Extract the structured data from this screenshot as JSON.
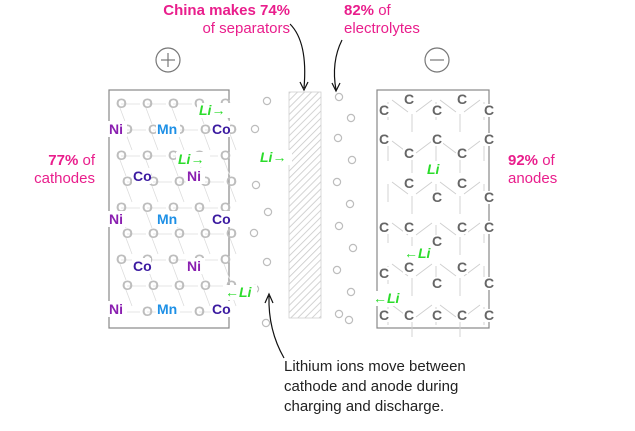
{
  "labels": {
    "separator_pct": "China makes 74%",
    "separator_text": "of separators",
    "electrolyte_pct": "82%",
    "electrolyte_text_1": "of",
    "electrolyte_text_2": "electrolytes",
    "cathode_pct": "77%",
    "cathode_text_1": "of",
    "cathode_text_2": "cathodes",
    "anode_pct": "92%",
    "anode_text_1": "of",
    "anode_text_2": "anodes",
    "caption_1": "Lithium ions move between",
    "caption_2": "cathode and anode during",
    "caption_3": "charging and discharge."
  },
  "symbols": {
    "plus": "+",
    "minus": "−",
    "oxygen": "O",
    "carbon": "C",
    "lithium": "Li",
    "nickel": "Ni",
    "manganese": "Mn",
    "cobalt": "Co",
    "arrow_right": "→",
    "arrow_left": "←"
  },
  "colors": {
    "accent_pink": "#e91e8c",
    "lithium_green": "#2bdc2b",
    "nickel": "#8a1fb0",
    "manganese": "#1e90e6",
    "cobalt": "#3b1aa0",
    "oxygen": "#bdbdbd",
    "carbon": "#666666"
  }
}
